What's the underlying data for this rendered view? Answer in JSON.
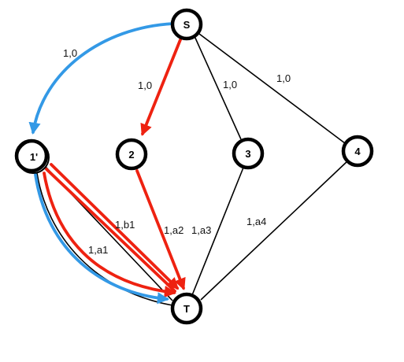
{
  "colors": {
    "background": "#ffffff",
    "edge": "#000000",
    "red_path": "#ee2211",
    "blue_path": "#3399e6"
  },
  "nodes": {
    "s": "S",
    "n1": "1'",
    "n2": "2",
    "n3": "3",
    "n4": "4",
    "t": "T"
  },
  "edges": {
    "s_1": "1,0",
    "s_2": "1,0",
    "s_3": "1,0",
    "s_4": "1,0",
    "n1_t_b1": "1,b1",
    "n1_t_a1": "1,a1",
    "n2_t": "1,a2",
    "n3_t": "1,a3",
    "n4_t": "1,a4"
  }
}
